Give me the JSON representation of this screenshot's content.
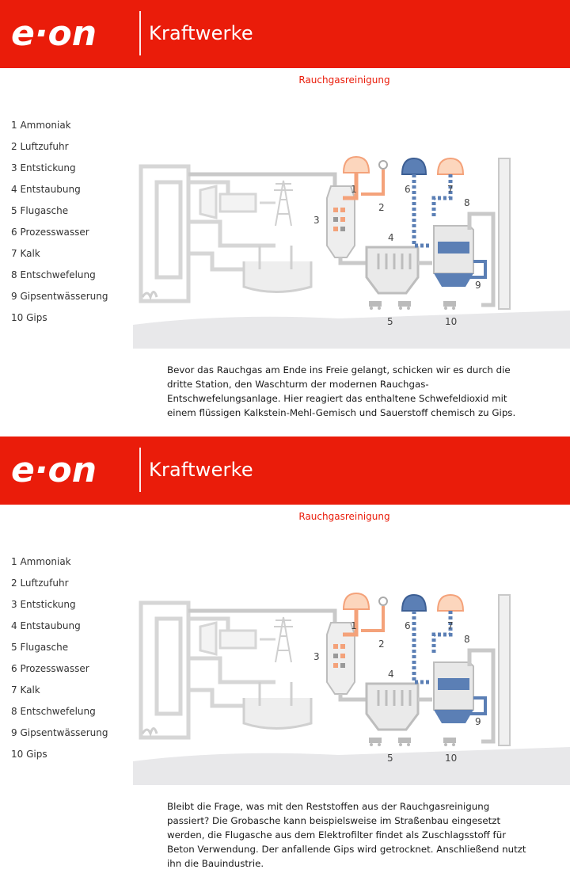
{
  "colors": {
    "brand_red": "#ea1c0a",
    "title_red": "#ea1c0a",
    "orange_flow": "#f4a27a",
    "blue_flow": "#5b7fb5",
    "grey_plant": "#cccccc"
  },
  "panels": [
    {
      "header": {
        "logo_text": "e·on",
        "subtitle": "Kraftwerke"
      },
      "title": "Rauchgasreinigung",
      "legend": [
        "1 Ammoniak",
        "2 Luftzufuhr",
        "3 Entstickung",
        "4 Entstaubung",
        "5 Flugasche",
        "6 Prozesswasser",
        "7 Kalk",
        "8 Entschwefelung",
        "9 Gipsentwässerung",
        "10 Gips"
      ],
      "diagram_labels": [
        "1",
        "2",
        "3",
        "4",
        "5",
        "6",
        "7",
        "8",
        "9",
        "10"
      ],
      "description": "Bevor das Rauchgas am Ende ins Freie gelangt, schicken wir es durch die dritte Station, den Waschturm der modernen Rauchgas-Entschwefelungsanlage. Hier reagiert das enthaltene Schwefeldioxid mit einem flüssigen Kalkstein-Mehl-Gemisch und Sauerstoff chemisch zu Gips."
    },
    {
      "header": {
        "logo_text": "e·on",
        "subtitle": "Kraftwerke"
      },
      "title": "Rauchgasreinigung",
      "legend": [
        "1 Ammoniak",
        "2 Luftzufuhr",
        "3 Entstickung",
        "4 Entstaubung",
        "5 Flugasche",
        "6 Prozesswasser",
        "7 Kalk",
        "8 Entschwefelung",
        "9 Gipsentwässerung",
        "10 Gips"
      ],
      "diagram_labels": [
        "1",
        "2",
        "3",
        "4",
        "5",
        "6",
        "7",
        "8",
        "9",
        "10"
      ],
      "description": "Bleibt die Frage, was mit den Reststoffen aus der Rauchgasreinigung passiert? Die Grobasche kann beispielsweise im Straßenbau eingesetzt werden, die Flugasche aus dem Elektrofilter findet als Zuschlagsstoff für Beton Verwendung. Der anfallende Gips wird getrocknet. Anschließend nutzt ihn die Bauindustrie."
    }
  ]
}
